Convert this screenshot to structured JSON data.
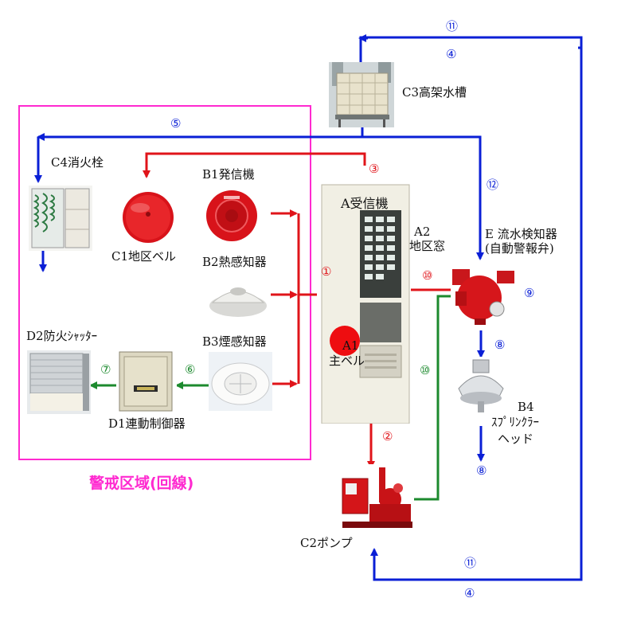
{
  "colors": {
    "blue": "#0a1fd6",
    "red": "#e0141a",
    "green": "#1c8a2e",
    "magenta": "#ff2ad0"
  },
  "labels": {
    "c3": "C3高架水槽",
    "c4": "C4消火栓",
    "b1": "B1発信機",
    "c1": "C1地区ベル",
    "b2": "B2熱感知器",
    "b3": "B3煙感知器",
    "d2": "D2防火ｼｬｯﾀｰ",
    "d1": "D1連動制御器",
    "a": "A受信機",
    "a2_line1": "A2",
    "a2_line2": "地区窓",
    "a1_marker": "A1",
    "a1_text": "主ベル",
    "e_line1": "E 流水検知器",
    "e_line2": "(自動警報弁)",
    "b4_line1": "B4",
    "b4_line2": "ｽﾌﾟﾘﾝｸﾗｰ",
    "b4_line3": "ヘッド",
    "c2": "C2ポンプ",
    "zone": "警戒区域(回線)"
  },
  "markers": {
    "n1": "①",
    "n2": "②",
    "n3": "③",
    "n4_top": "④",
    "n4_bottom": "④",
    "n5": "⑤",
    "n6": "⑥",
    "n7": "⑦",
    "n8_upper": "⑧",
    "n8_lower": "⑧",
    "n9": "⑨",
    "n10_red": "⑩",
    "n10_green": "⑩",
    "n11_top": "⑪",
    "n11_bottom": "⑪",
    "n12": "⑫"
  },
  "icons": {
    "water_tank": "water-tank-icon",
    "hydrant": "hydrant-cabinet-icon",
    "bell": "fire-bell-icon",
    "transmitter": "manual-call-point-icon",
    "heat_detector": "heat-detector-icon",
    "smoke_detector": "smoke-detector-icon",
    "shutter": "fire-shutter-icon",
    "controller": "interlock-controller-icon",
    "receiver": "fire-receiver-panel-icon",
    "flow_detector": "alarm-valve-icon",
    "sprinkler": "sprinkler-head-icon",
    "pump": "fire-pump-icon"
  }
}
